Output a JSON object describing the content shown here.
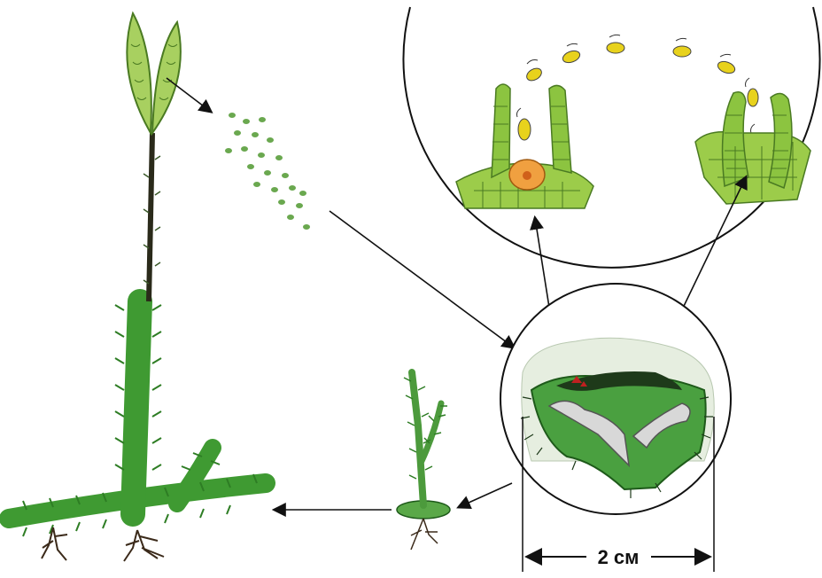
{
  "scale": {
    "label": "2 см"
  },
  "colors": {
    "background": "#ffffff",
    "plant_green": "#4caf3a",
    "plant_dark": "#2e7d24",
    "leaf_light": "#9ccc4a",
    "spore": "#6aa84f",
    "sperm": "#e8d21c",
    "egg": "#f0a040",
    "root": "#3b2a1a",
    "outline": "#111111"
  },
  "icons": {
    "spore_cone": "strobilus",
    "spores": "spore-dots",
    "gametophyte": "prothallus",
    "antheridium": "antheridium",
    "archegonium": "archegonium",
    "sporophyte_young": "young-sporophyte",
    "sporophyte_adult": "adult-sporophyte"
  }
}
